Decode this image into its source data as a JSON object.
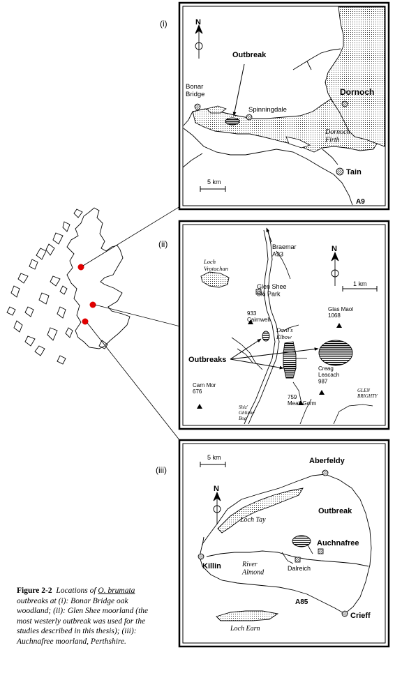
{
  "panels": [
    {
      "label": "(i)",
      "labels": {
        "outbreak": "Outbreak",
        "bonar": "Bonar\nBridge",
        "spinningdale": "Spinningdale",
        "dornoch": "Dornoch",
        "firth": "Dornoch\nFirth",
        "tain": "Tain",
        "scale": "5 km",
        "road": "A9",
        "north": "N"
      }
    },
    {
      "label": "(ii)",
      "labels": {
        "braemar": "Braemar\nA93",
        "loch": "Loch\nVrotachan",
        "glenshee": "Glen Shee\nSki Park",
        "scale": "1 km",
        "north": "N",
        "glasmaol": "Glas Maol\n1068",
        "cairnwell": "933\nCairnwell",
        "devils": "Devil's\nElbow",
        "outbreaks": "Outbreaks",
        "creag": "Creag\nLeacach\n987",
        "carnmor": "Carn Mor\n676",
        "meall": "759\nMeall Gorm",
        "glenbrighty": "GLEN\nBRIGHTY",
        "bog": "Shiz'\nGhlinne\nBog"
      }
    },
    {
      "label": "(iii)",
      "labels": {
        "scale": "5 km",
        "aberfeldy": "Aberfeldy",
        "north": "N",
        "lochtay": "Loch Tay",
        "outbreak": "Outbreak",
        "auchnafree": "Auchnafree",
        "killin": "Killin",
        "river": "River\nAlmond",
        "dalreich": "Dalreich",
        "road": "A85",
        "crieff": "Crieff",
        "locheam": "Loch Earn"
      }
    }
  ],
  "caption": {
    "fig": "Figure 2-2",
    "text1": "Locations of ",
    "species": "O. brumata",
    "text2": " outbreaks at (i): Bonar Bridge oak woodland; (ii): Glen Shee moorland (the most westerly outbreak was used for the studies described in this thesis); (iii): Auchnafree moorland, Perthshire."
  }
}
